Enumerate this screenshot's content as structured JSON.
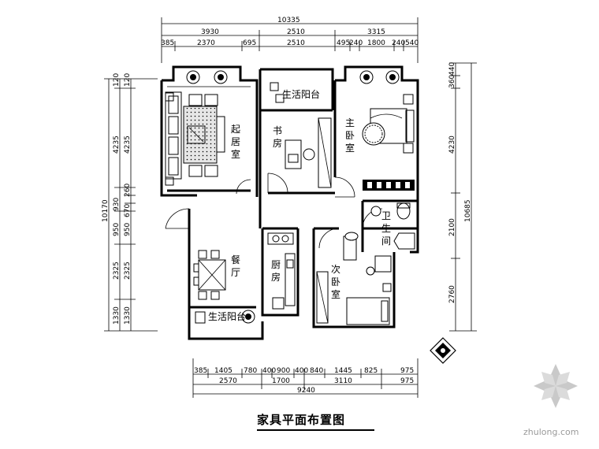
{
  "title": "家具平面布置图",
  "watermark": "zhulong.com",
  "rooms": {
    "living": "起居室",
    "balcony_top": "生活阳台",
    "study": "书房",
    "master": "主卧室",
    "bath": "卫生间",
    "dining": "餐厅",
    "kitchen": "厨房",
    "second": "次卧室",
    "balcony_bottom": "生活阳台"
  },
  "dims_top": {
    "total": "10335",
    "row1": [
      "3930",
      "2510",
      "3315"
    ],
    "row2": [
      "385",
      "2370",
      "695",
      "2510",
      "495",
      "240",
      "1800",
      "240",
      "540"
    ]
  },
  "dims_bottom": {
    "row1": [
      "385",
      "1405",
      "780",
      "400",
      "900",
      "400",
      "840",
      "1445",
      "825",
      "975"
    ],
    "row2": [
      "2570",
      "1700",
      "3110",
      "975"
    ],
    "total": "9240"
  },
  "dims_left": {
    "total": "10170",
    "outer": [
      "120",
      "4235",
      "950",
      "2325",
      "1330"
    ],
    "inner": [
      "120",
      "4235",
      "260",
      "930",
      "670",
      "950",
      "2325",
      "1330"
    ]
  },
  "dims_right": {
    "total": "10685",
    "values": [
      "440",
      "360",
      "4230",
      "2100",
      "2760"
    ]
  },
  "colors": {
    "line": "#000000",
    "background": "#ffffff",
    "watermark": "#9a9a9a"
  }
}
